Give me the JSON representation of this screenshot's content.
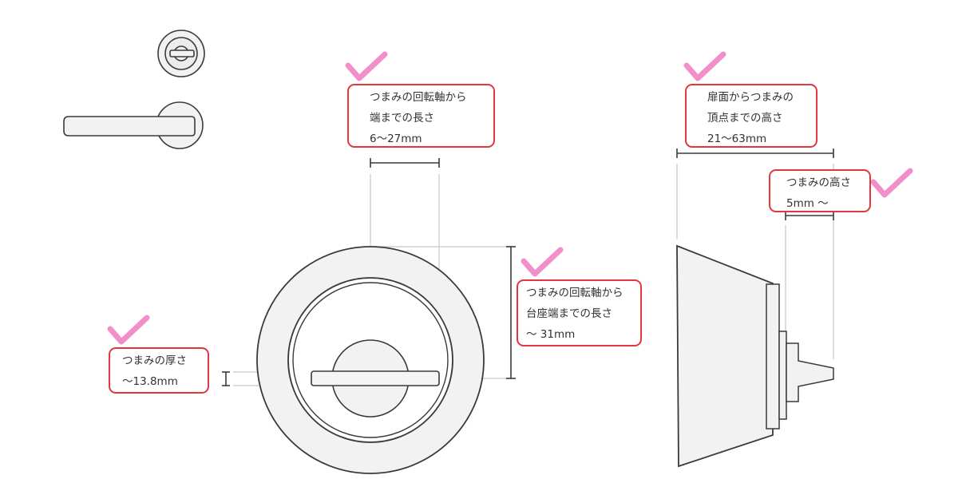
{
  "colors": {
    "outline": "#3a3a3a",
    "fill": "#f2f2f2",
    "guide": "#c8c8c8",
    "label_border": "#e0383e",
    "check": "#f07ac0"
  },
  "icons": {
    "check": "check-mark-icon"
  },
  "labels": {
    "knob_rotation_length": {
      "line1": "つまみの回転軸から",
      "line2": "端までの長さ",
      "line3": "6〜27mm"
    },
    "knob_height_from_door": {
      "line1": "扉面からつまみの",
      "line2": "頂点までの高さ",
      "line3": "21〜63mm"
    },
    "knob_height": {
      "line1": "つまみの高さ",
      "line2": "5mm 〜"
    },
    "rotation_to_base_edge": {
      "line1": "つまみの回転軸から",
      "line2": "台座端までの長さ",
      "line3": "〜 31mm"
    },
    "knob_thickness": {
      "line1": "つまみの厚さ",
      "line2": "〜13.8mm"
    }
  }
}
